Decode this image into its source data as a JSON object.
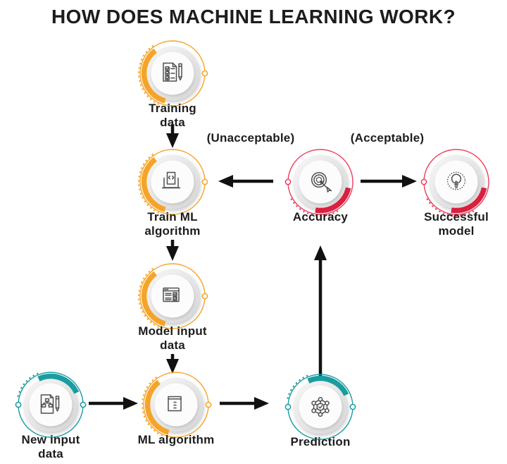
{
  "title": "HOW DOES MACHINE LEARNING WORK?",
  "flow_labels": {
    "unacceptable": "(Unacceptable)",
    "acceptable": "(Acceptable)"
  },
  "nodes": {
    "training_data": {
      "label": "Training\ndata",
      "color": "orange",
      "icon": "checklist-pen"
    },
    "train_ml": {
      "label": "Train ML\nalgorithm",
      "color": "orange",
      "icon": "code-doc"
    },
    "model_input": {
      "label": "Model input\ndata",
      "color": "orange",
      "icon": "window-checklist"
    },
    "ml_algorithm": {
      "label": "ML algorithm",
      "color": "orange",
      "icon": "box-drawer"
    },
    "new_input": {
      "label": "New input\ndata",
      "color": "teal",
      "icon": "flowchart-pen"
    },
    "prediction": {
      "label": "Prediction",
      "color": "teal",
      "icon": "network-check"
    },
    "accuracy": {
      "label": "Accuracy",
      "color": "red",
      "icon": "target-cursor"
    },
    "successful_model": {
      "label": "Successful\nmodel",
      "color": "red",
      "icon": "bulb"
    }
  },
  "colors": {
    "orange": "#F5A42A",
    "red": "#D9203F",
    "red_ring": "#EF3E5E",
    "teal": "#1A9CA0",
    "arrow": "#111111",
    "icon": "#4f4f4f",
    "text": "#1d1d1d"
  }
}
